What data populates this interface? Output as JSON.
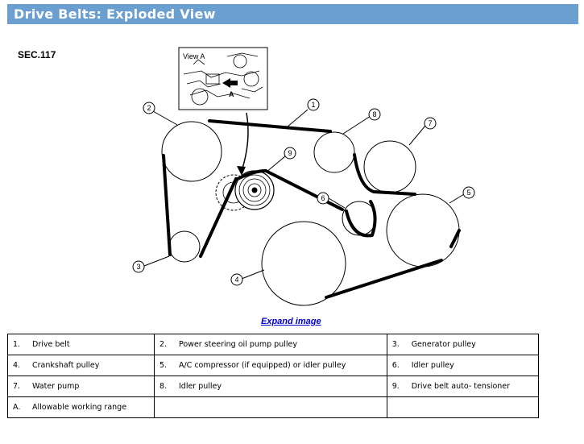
{
  "header": {
    "title": "Drive Belts: Exploded View"
  },
  "section": {
    "label": "SEC.117"
  },
  "diagram": {
    "view_label": "View A",
    "arrow_label": "A",
    "callouts": [
      "1",
      "2",
      "3",
      "4",
      "5",
      "6",
      "7",
      "8",
      "9"
    ]
  },
  "expand_link": "Expand image",
  "legend": {
    "rows": [
      [
        {
          "num": "1.",
          "label": "Drive belt"
        },
        {
          "num": "2.",
          "label": "Power steering oil pump pulley"
        },
        {
          "num": "3.",
          "label": "Generator pulley"
        }
      ],
      [
        {
          "num": "4.",
          "label": "Crankshaft pulley"
        },
        {
          "num": "5.",
          "label": "A/C compressor (if equipped) or idler pulley"
        },
        {
          "num": "6.",
          "label": "Idler pulley"
        }
      ],
      [
        {
          "num": "7.",
          "label": "Water pump"
        },
        {
          "num": "8.",
          "label": "Idler pulley"
        },
        {
          "num": "9.",
          "label": "Drive belt auto- tensioner"
        }
      ],
      [
        {
          "num": "A.",
          "label": "Allowable working range"
        },
        {
          "num": "",
          "label": ""
        },
        {
          "num": "",
          "label": ""
        }
      ]
    ]
  }
}
